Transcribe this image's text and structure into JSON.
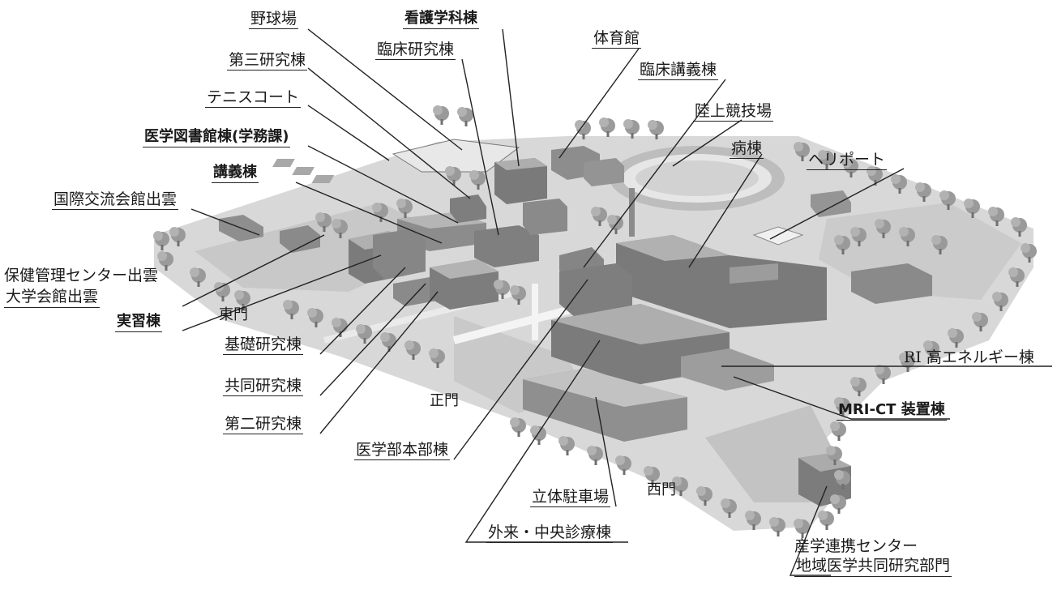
{
  "labels": {
    "baseball_field": "野球場",
    "nursing_building": "看護学科棟",
    "clinical_research": "臨床研究棟",
    "gymnasium": "体育館",
    "third_research": "第三研究棟",
    "clinical_lecture": "臨床講義棟",
    "tennis_court": "テニスコート",
    "track_field": "陸上競技場",
    "library": "医学図書館棟(学務課)",
    "ward": "病棟",
    "heliport": "ヘリポート",
    "lecture_building": "講義棟",
    "international_hall": "国際交流会館出雲",
    "health_center": "保健管理センター出雲",
    "university_hall": "大学会館出雲",
    "east_gate": "東門",
    "practice_building": "実習棟",
    "basic_research": "基礎研究棟",
    "joint_research": "共同研究棟",
    "second_research": "第二研究棟",
    "main_gate": "正門",
    "faculty_hq": "医学部本部棟",
    "parking": "立体駐車場",
    "west_gate": "西門",
    "outpatient": "外来・中央診療棟",
    "ri_building": "RI 高エネルギー棟",
    "mri_ct": "MRI-CT 装置棟",
    "industry_center": "産学連携センター",
    "regional_joint": "地域医学共同研究部門"
  }
}
